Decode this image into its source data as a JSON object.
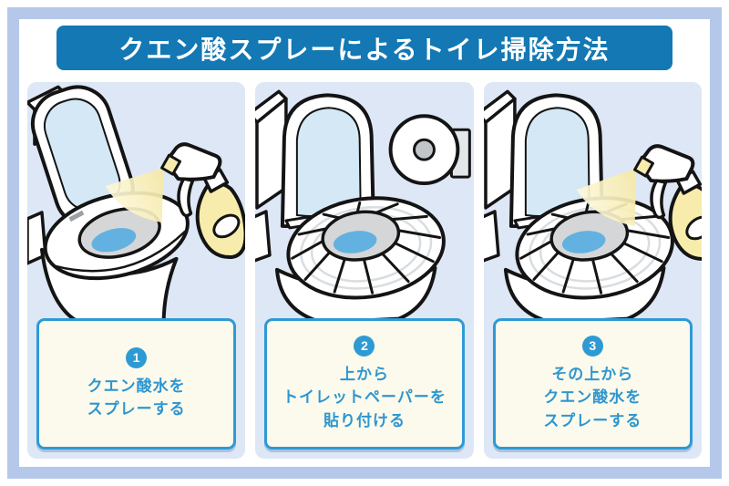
{
  "title": {
    "text": "クエン酸スプレーによるトイレ掃除方法",
    "bg_color": "#1378b3",
    "text_color": "#ffffff"
  },
  "steps": [
    {
      "number": "1",
      "caption": "クエン酸水を\nスプレーする",
      "icons": [
        "toilet-open-lid-icon",
        "spray-bottle-icon",
        "spray-mist-icon"
      ]
    },
    {
      "number": "2",
      "caption": "上から\nトイレットペーパーを\n貼り付ける",
      "icons": [
        "toilet-with-paper-icon",
        "toilet-paper-roll-icon"
      ]
    },
    {
      "number": "3",
      "caption": "その上から\nクエン酸水を\nスプレーする",
      "icons": [
        "toilet-with-paper-icon",
        "spray-bottle-icon",
        "spray-mist-icon"
      ]
    }
  ],
  "colors": {
    "frame": "#b5c8e9",
    "panel_bg": "#dde7f6",
    "caption_bg": "#fcfaec",
    "accent_blue": "#2e9ad4",
    "water_blue": "#63b1e1",
    "lid_inner": "#d4e8f5",
    "bowl_gray": "#d5d6d8",
    "spray_yellow": "#f7ecab",
    "mist_yellow": "#f8edba"
  }
}
